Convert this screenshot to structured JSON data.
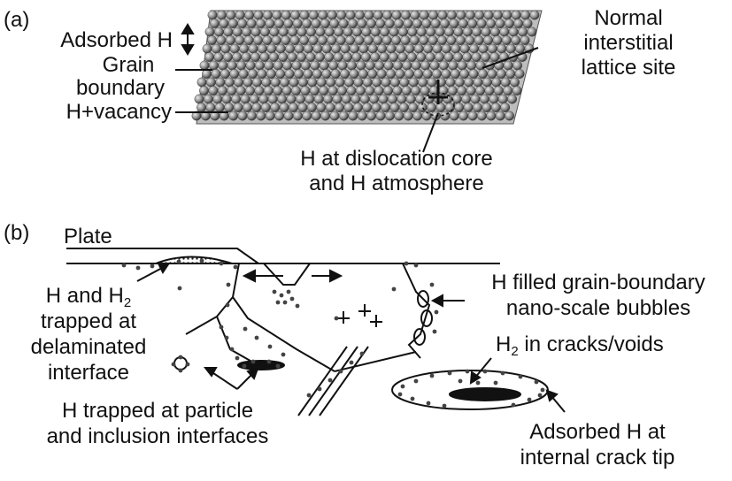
{
  "panel_a": {
    "tag": "(a)",
    "labels": {
      "adsorbed_h": "Adsorbed H",
      "grain_boundary_1": "Grain",
      "grain_boundary_2": "boundary",
      "h_vacancy": "H+vacancy",
      "normal_1": "Normal",
      "normal_2": "interstitial",
      "normal_3": "lattice site",
      "dislocation_1": "H at dislocation core",
      "dislocation_2": "and H atmosphere"
    }
  },
  "panel_b": {
    "tag": "(b)",
    "labels": {
      "plate": "Plate",
      "delam_1_pre": "H and H",
      "delam_1_sub": "2",
      "delam_2": "trapped at",
      "delam_3": "delaminated",
      "delam_4": "interface",
      "gb_bubbles_1": "H filled grain-boundary",
      "gb_bubbles_2": "nano-scale bubbles",
      "cracks_pre": "H",
      "cracks_sub": "2",
      "cracks_post": " in cracks/voids",
      "particle_1": "H trapped at particle",
      "particle_2": "and inclusion interfaces",
      "crack_tip_1": "Adsorbed H at",
      "crack_tip_2": "internal crack tip"
    }
  },
  "colors": {
    "ink": "#111111",
    "sphere": "#8a8a8a",
    "sphere_light": "#d8d8d8"
  }
}
